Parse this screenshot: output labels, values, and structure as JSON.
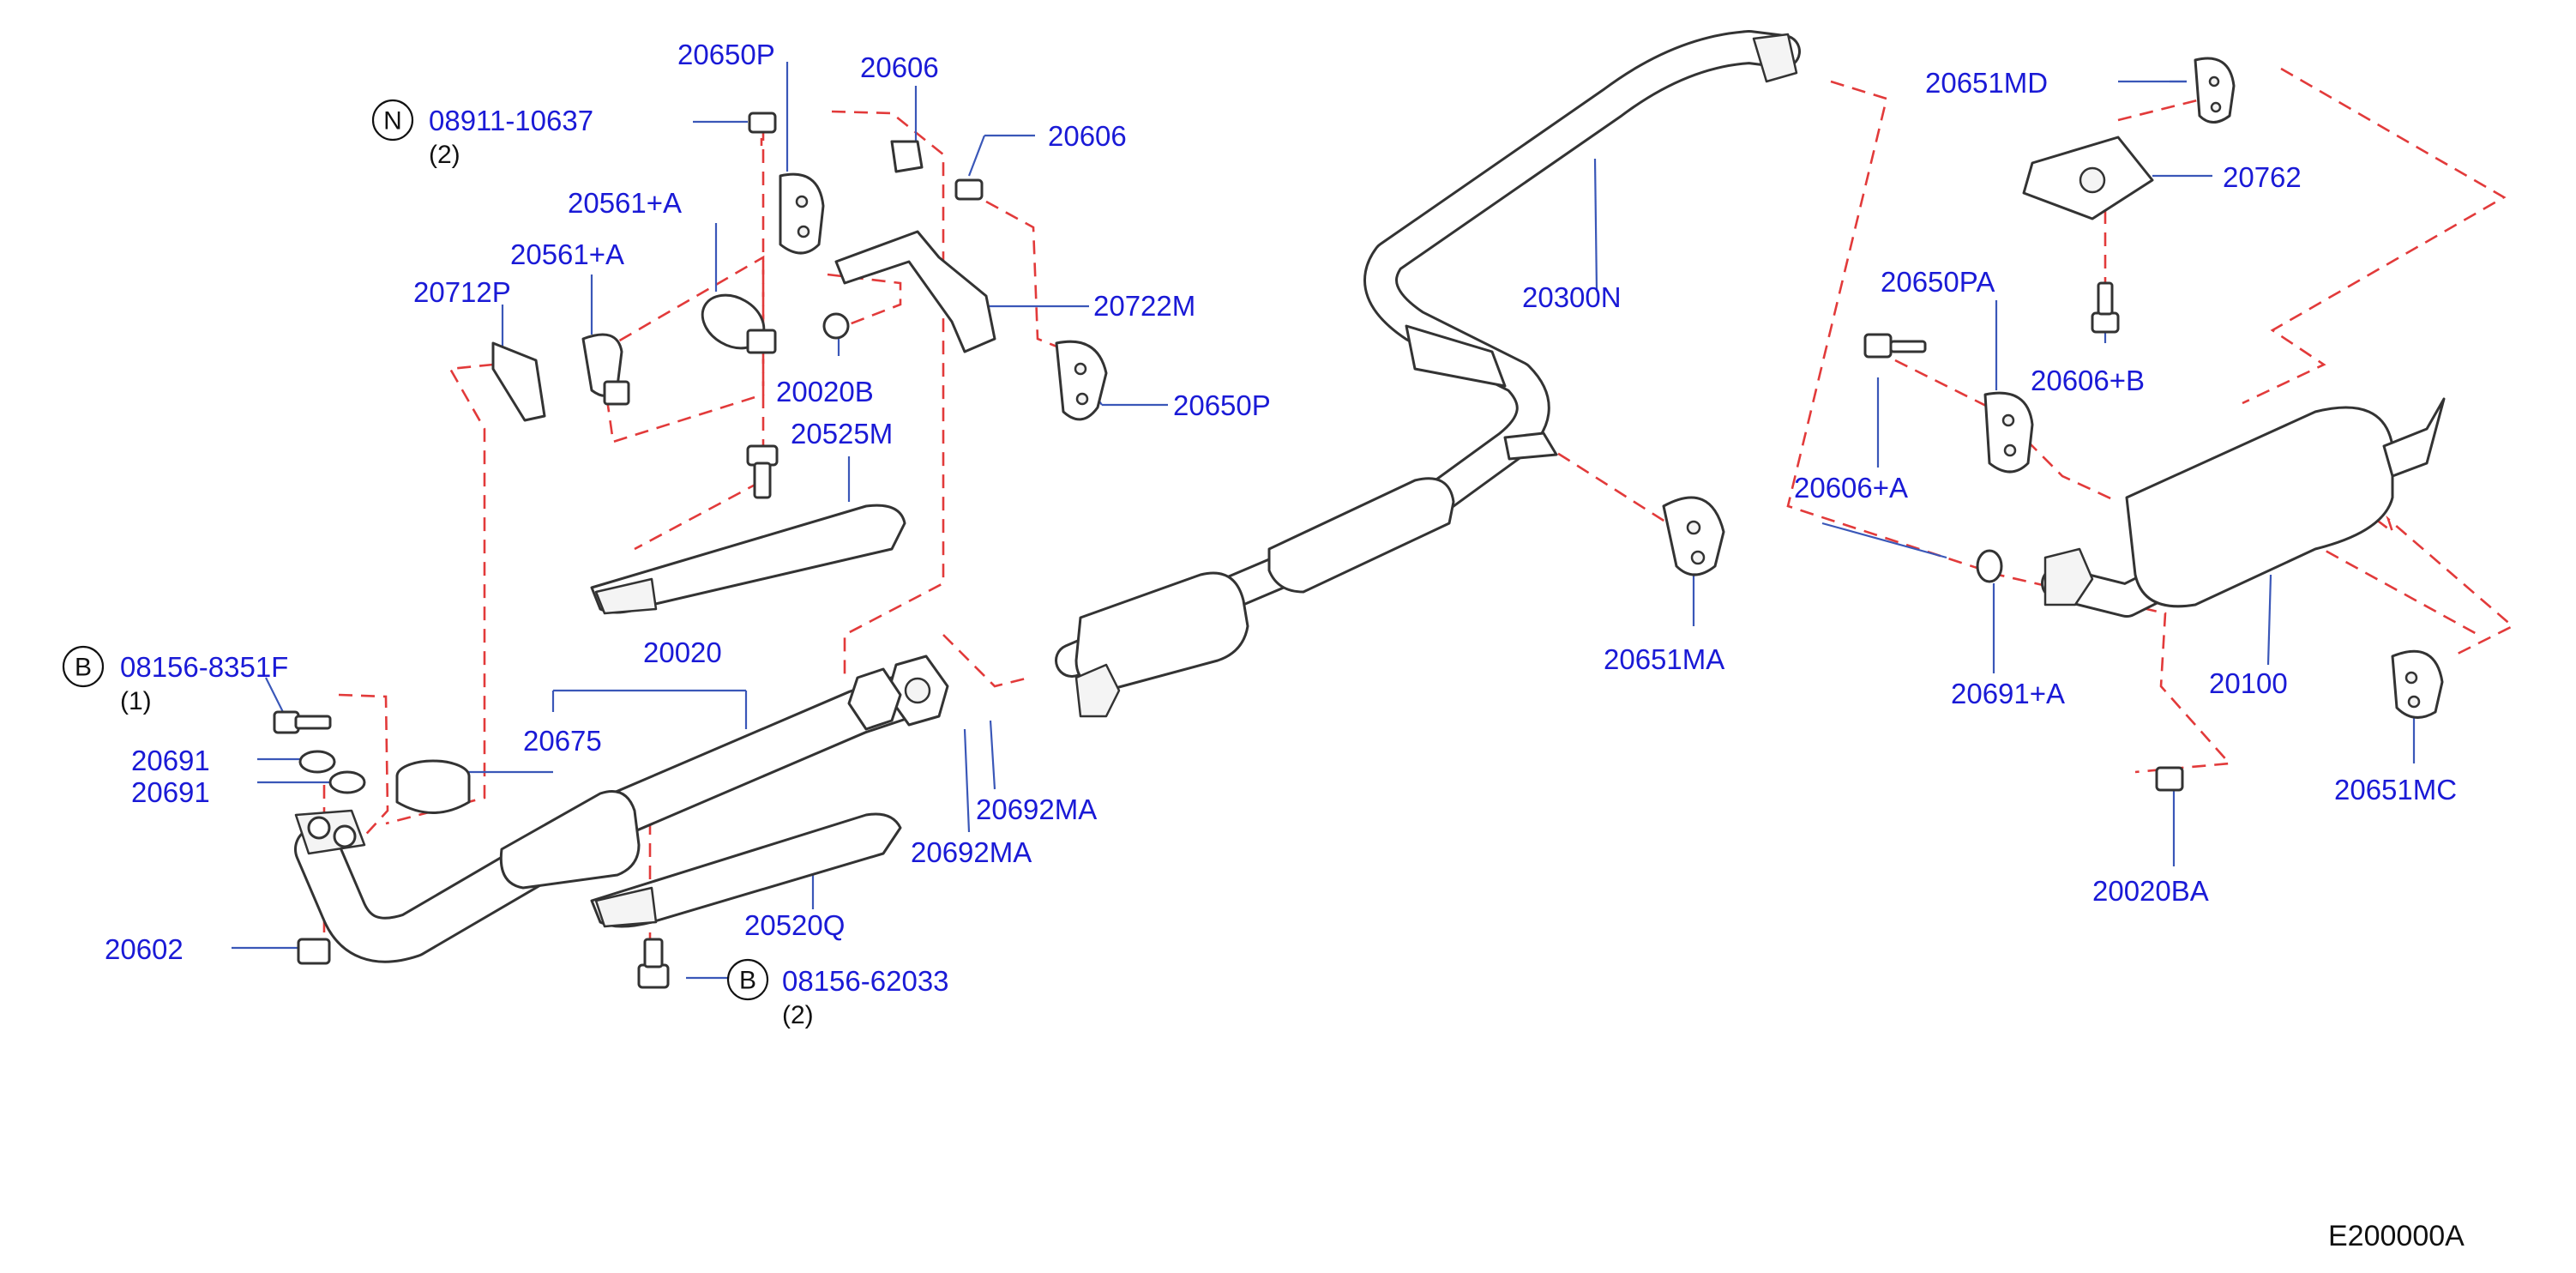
{
  "labels": {
    "p20650P_top": "20650P",
    "p20606_a": "20606",
    "p20606_b": "20606",
    "p08911": "08911-10637",
    "p20561A_1": "20561+A",
    "p20561A_2": "20561+A",
    "p20712P": "20712P",
    "p20722M": "20722M",
    "p20020B": "20020B",
    "p20650P_right": "20650P",
    "p20525M": "20525M",
    "p20020": "20020",
    "p08156_8351F": "08156-8351F",
    "p20675": "20675",
    "p20691_a": "20691",
    "p20691_b": "20691",
    "p20692MA_a": "20692MA",
    "p20692MA_b": "20692MA",
    "p20602": "20602",
    "p20520Q": "20520Q",
    "p08156_62033": "08156-62033",
    "p20300N": "20300N",
    "p20651MA": "20651MA",
    "p20651MD": "20651MD",
    "p20762": "20762",
    "p20650PA": "20650PA",
    "p20606B": "20606+B",
    "p20606A": "20606+A",
    "p20691A": "20691+A",
    "p20100": "20100",
    "p20651MC": "20651MC",
    "p20020BA": "20020BA"
  },
  "quantities": {
    "q08911": "(2)",
    "q08156_8351F": "(1)",
    "q08156_62033": "(2)"
  },
  "badges": {
    "n_08911": "N",
    "b_08156_8351F": "B",
    "b_08156_62033": "B"
  },
  "diagram_code": "E200000A",
  "colors": {
    "label": "#1a1ad6",
    "leader": "#3a57b8",
    "dashed_link": "#e23a3a",
    "outline": "#333333"
  }
}
